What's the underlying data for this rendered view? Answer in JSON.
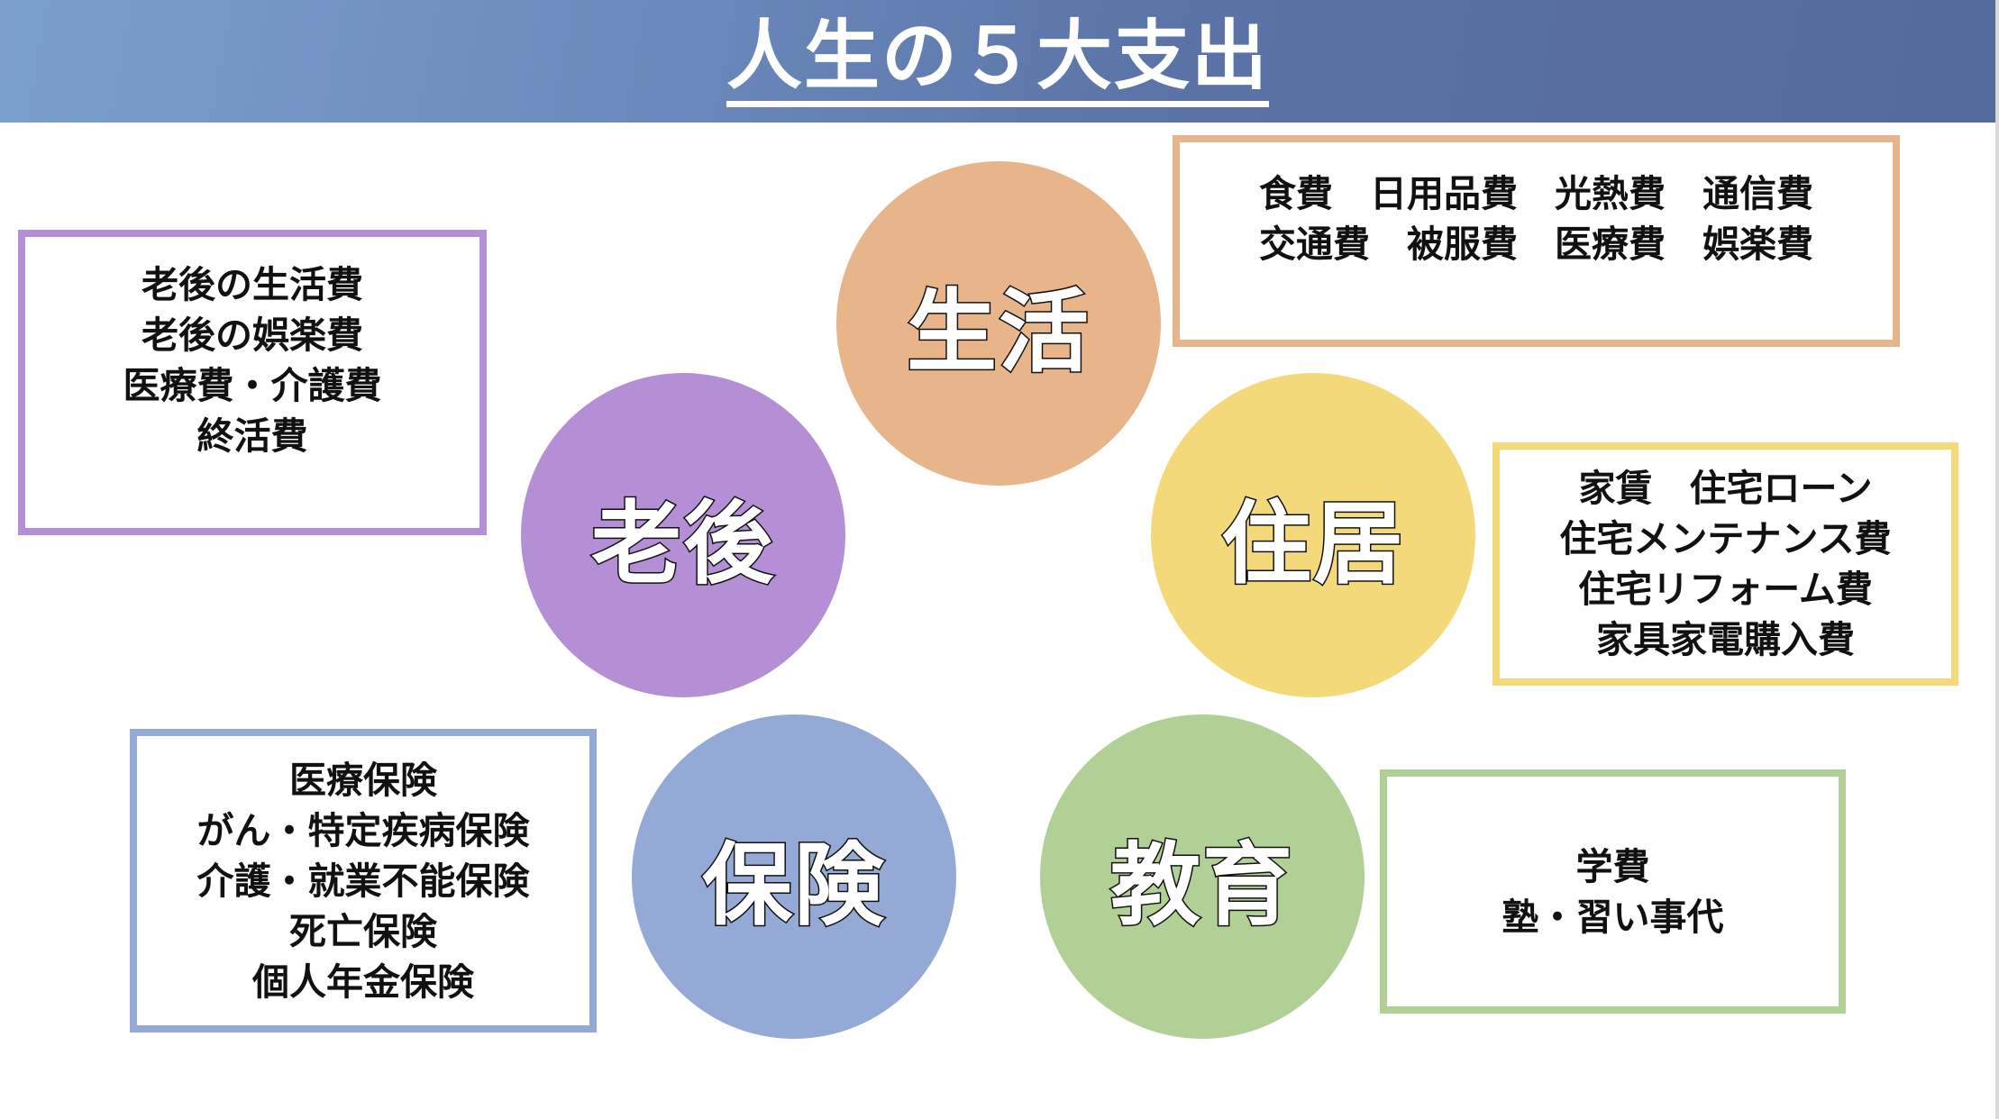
{
  "title": "人生の５大支出",
  "categories": [
    {
      "label": "生活",
      "color": "#E8B48A",
      "items": [
        "食費　日用品費　光熱費　通信費",
        "交通費　被服費　医療費　娯楽費"
      ]
    },
    {
      "label": "老後",
      "color": "#B48FD6",
      "items": [
        "老後の生活費",
        "老後の娯楽費",
        "医療費・介護費",
        "終活費"
      ]
    },
    {
      "label": "住居",
      "color": "#F3D97A",
      "items": [
        "家賃　住宅ローン",
        "住宅メンテナンス費",
        "住宅リフォーム費",
        "家具家電購入費"
      ]
    },
    {
      "label": "保険",
      "color": "#95A9D6",
      "items": [
        "医療保険",
        "がん・特定疾病保険",
        "介護・就業不能保険",
        "死亡保険",
        "個人年金保険"
      ]
    },
    {
      "label": "教育",
      "color": "#B0D095",
      "items": [
        "学費",
        "塾・習い事代"
      ]
    }
  ]
}
